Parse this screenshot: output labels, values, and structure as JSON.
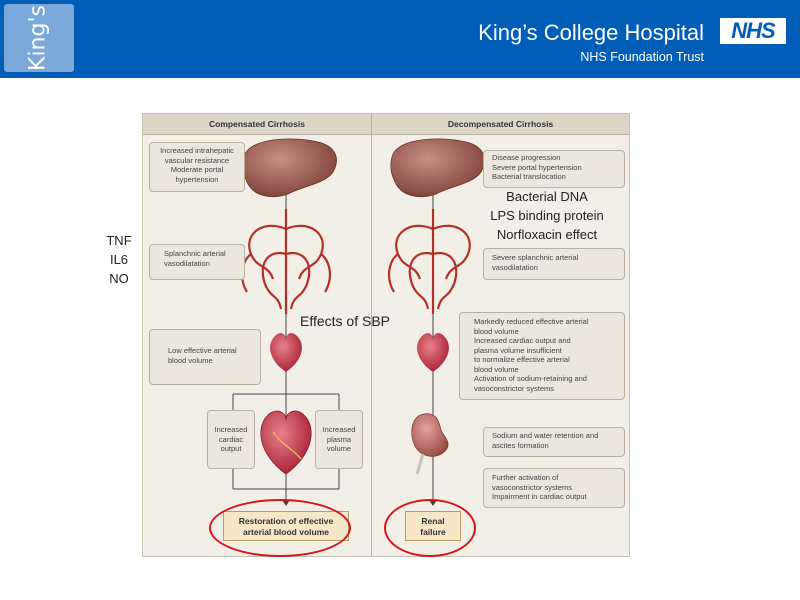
{
  "header": {
    "logo_text": "King's",
    "hospital_name": "King’s College Hospital",
    "trust_name": "NHS Foundation Trust",
    "nhs_badge": "NHS",
    "colors": {
      "banner": "#005eb8",
      "logo_box": "#7aa8d8"
    }
  },
  "figure": {
    "left_column": {
      "title": "Compensated Cirrhosis",
      "box1": [
        "Increased intrahepatic",
        "vascular resistance",
        "Moderate portal",
        "hypertension"
      ],
      "box2": [
        "Splanchnic arterial",
        "vasodilatation"
      ],
      "box3": [
        "Low effective arterial",
        "blood volume"
      ],
      "box_left": [
        "Increased",
        "cardiac",
        "output"
      ],
      "box_right": [
        "Increased",
        "plasma",
        "volume"
      ],
      "outcome": [
        "Restoration of effective",
        "arterial blood volume"
      ]
    },
    "right_column": {
      "title": "Decompensated Cirrhosis",
      "box1": [
        "Disease progression",
        "Severe portal hypertension",
        "Bacterial translocation"
      ],
      "box2": [
        "Severe splanchnic arterial",
        "vasodilatation"
      ],
      "box3": [
        "Markedly reduced effective arterial",
        "blood volume",
        "Increased cardiac output and",
        "plasma volume insufficient",
        "to normalize effective arterial",
        "blood volume",
        "Activation of sodium-retaining and",
        "vasoconstrictor systems"
      ],
      "box4": [
        "Sodium and water retention and",
        "ascites formation"
      ],
      "box5": [
        "Further activation of",
        "vasoconstrictor systems",
        "Impairment in cardiac output"
      ],
      "outcome": [
        "Renal",
        "failure"
      ]
    }
  },
  "annotations": {
    "left_mediators": [
      "TNF",
      "IL6",
      "NO"
    ],
    "right_factors": [
      "Bacterial DNA",
      "LPS binding protein",
      "Norfloxacin  effect"
    ],
    "sbp_label": "Effects of SBP",
    "highlight_color": "#d9151c"
  }
}
